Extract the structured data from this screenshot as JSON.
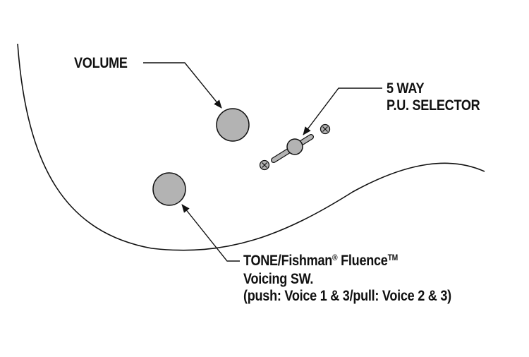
{
  "labels": {
    "volume": "VOLUME",
    "selector_line1": "5 WAY",
    "selector_line2": "P.U. SELECTOR",
    "tone_part1": "TONE/Fishman",
    "tone_reg": "®",
    "tone_part2": " Fluence",
    "tone_tm": "TM",
    "tone_line2": "Voicing SW.",
    "tone_line3": "(push: Voice 1 & 3/pull: Voice 2 & 3)"
  },
  "colors": {
    "line": "#111111",
    "knob_fill": "#b3b3b3",
    "background": "#ffffff"
  },
  "icons": {
    "screw": "cross-screw-icon",
    "arrow": "arrowhead-icon"
  }
}
